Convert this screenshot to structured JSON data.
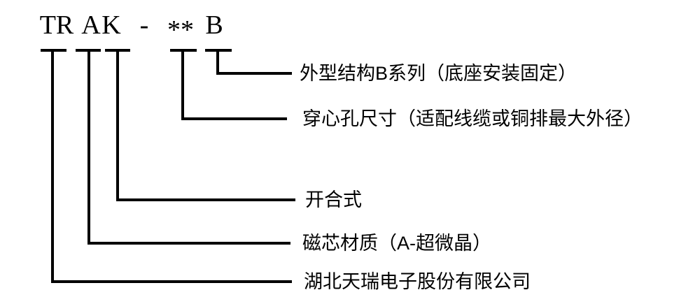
{
  "diagram": {
    "background": "#ffffff",
    "line_color": "#000000",
    "text_color": "#000000",
    "model_code": {
      "parts": [
        "TR",
        "A",
        "K",
        "-",
        "**",
        "B"
      ]
    },
    "legend": [
      {
        "code": "B",
        "label": "外型结构B系列（底座安装固定）"
      },
      {
        "code": "**",
        "label": "穿心孔尺寸（适配线缆或铜排最大外径）"
      },
      {
        "code": "K",
        "label": "开合式"
      },
      {
        "code": "A",
        "label": "磁芯材质（A-超微晶）"
      },
      {
        "code": "TR",
        "label": "湖北天瑞电子股份有限公司"
      }
    ]
  }
}
